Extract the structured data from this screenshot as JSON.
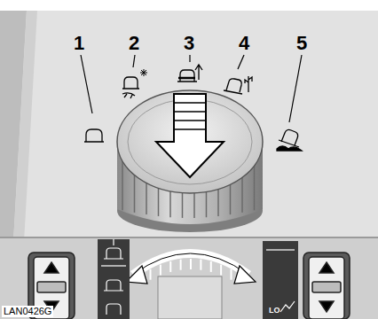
{
  "diagram": {
    "labels": [
      "1",
      "2",
      "3",
      "4",
      "5",
      "LO",
      "LAN0426G"
    ]
  }
}
